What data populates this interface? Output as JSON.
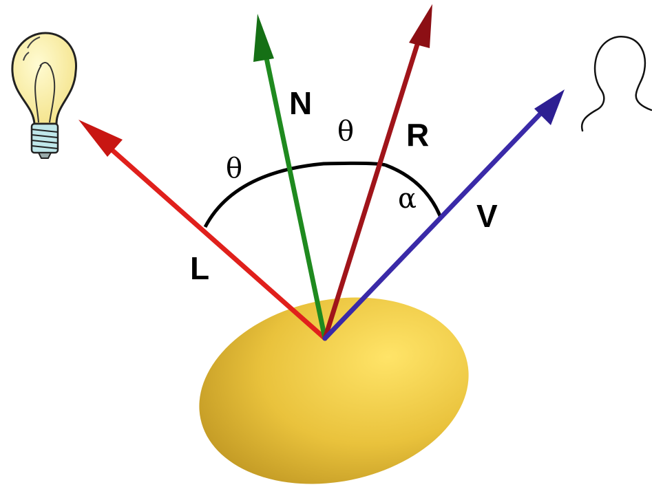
{
  "diagram": {
    "vectors": [
      {
        "id": "L",
        "label": "L",
        "color": "#e0201c"
      },
      {
        "id": "N",
        "label": "N",
        "color": "#1f8a1f"
      },
      {
        "id": "R",
        "label": "R",
        "color": "#a0141a"
      },
      {
        "id": "V",
        "label": "V",
        "color": "#3a2aa8"
      }
    ],
    "angles": [
      {
        "id": "theta-1",
        "symbol": "θ"
      },
      {
        "id": "theta-2",
        "symbol": "θ"
      },
      {
        "id": "alpha",
        "symbol": "α"
      }
    ],
    "surface_color": "#f2cf45",
    "icons": [
      "light-bulb-icon",
      "viewer-silhouette-icon"
    ]
  }
}
